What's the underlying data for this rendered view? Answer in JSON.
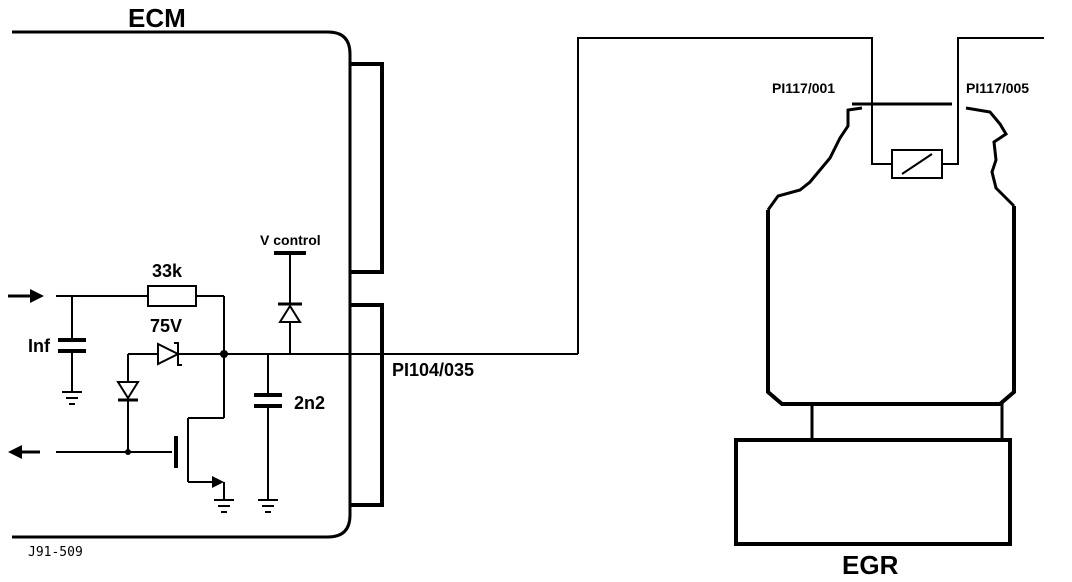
{
  "labels": {
    "ecm": "ECM",
    "egr": "EGR",
    "r33k": "33k",
    "zener75v": "75V",
    "inf": "Inf",
    "vcontrol": "V control",
    "c2n2": "2n2",
    "pin_ecm": "PI104/035",
    "pin_egr1": "PI117/001",
    "pin_egr5": "PI117/005",
    "figure_code": "J91-509"
  },
  "colors": {
    "line": "#000000",
    "background": "#ffffff"
  }
}
